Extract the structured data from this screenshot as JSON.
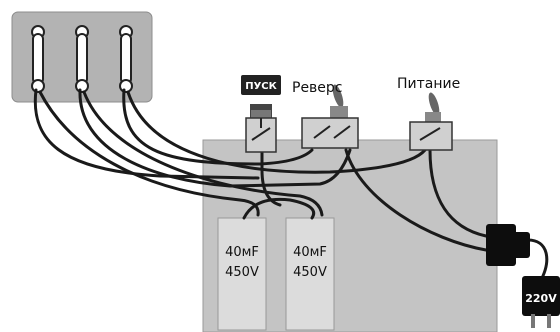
{
  "labels": {
    "start_button": "ПУСК",
    "reverse_switch": "Реверс",
    "power_switch": "Питание",
    "plug_voltage": "220V"
  },
  "capacitors": [
    {
      "capacitance": "40мF",
      "voltage": "450V"
    },
    {
      "capacitance": "40мF",
      "voltage": "450V"
    }
  ],
  "colors": {
    "terminal_block": "#b3b3b3",
    "enclosure": "#c4c4c4",
    "capacitor_body": "#dcdcdc",
    "wire": "#1a1a1a",
    "plug": "#0d0d0d"
  }
}
